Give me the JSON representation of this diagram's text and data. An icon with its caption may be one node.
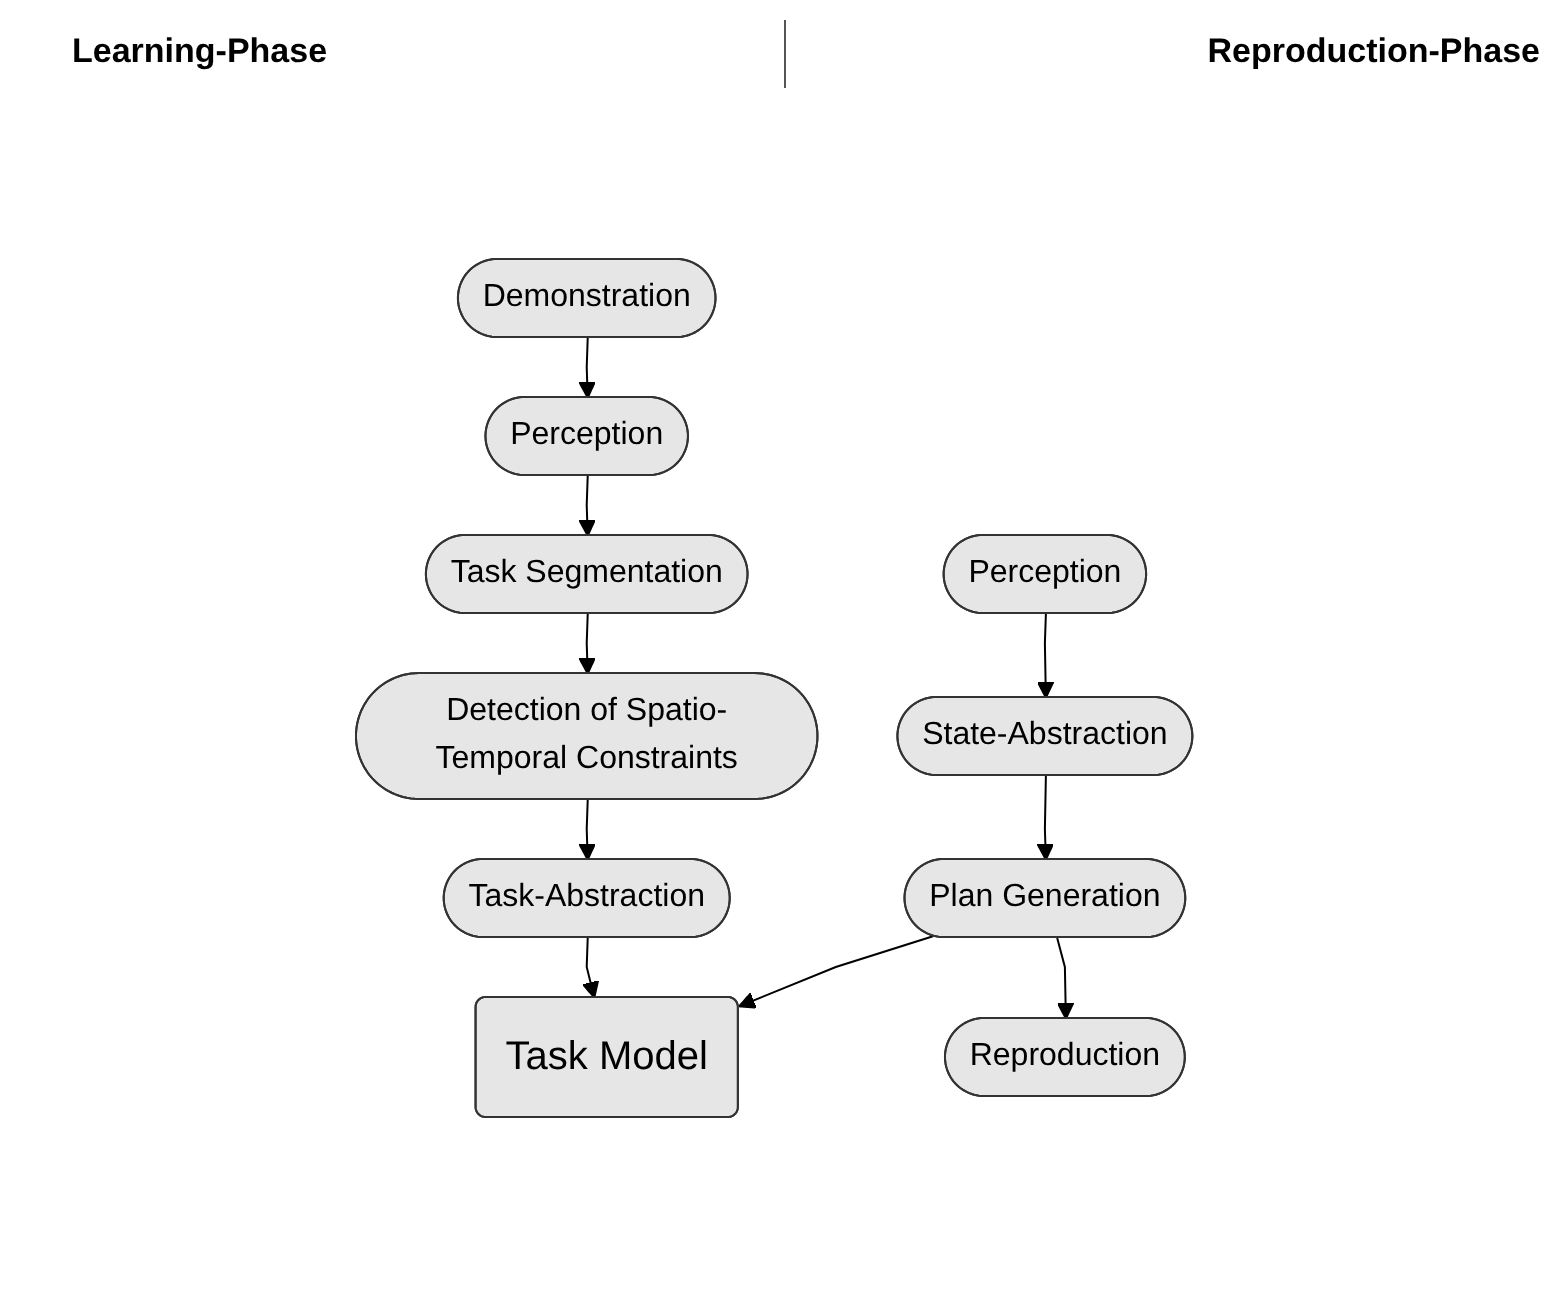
{
  "diagram": {
    "nodes": [
      {
        "text": [
          "Demonstration"
        ]
      },
      {
        "text": [
          "Perception"
        ]
      },
      {
        "text": [
          "Task Segmentation"
        ]
      },
      {
        "text": [
          "Detection of Spatio-Temporal Constraints"
        ]
      },
      {
        "text": [
          "Task-Abstraction"
        ]
      },
      {
        "text": [
          "Task Model"
        ]
      },
      {
        "text": [
          "Perception"
        ]
      },
      {
        "text": [
          "State-Abstraction"
        ]
      },
      {
        "text": [
          "Plan Generation"
        ]
      },
      {
        "text": [
          "Reproduction"
        ]
      }
    ],
    "edges": [
      {
        "from": 0,
        "to": 1,
        "arrow": "to"
      },
      {
        "from": 1,
        "to": 2,
        "arrow": "to"
      },
      {
        "from": 2,
        "to": 3,
        "arrow": "to"
      },
      {
        "from": 3,
        "to": 4,
        "arrow": "to"
      },
      {
        "from": 4,
        "to": 5,
        "arrow": "to"
      },
      {
        "from": 6,
        "to": 7,
        "arrow": "to"
      },
      {
        "from": 7,
        "to": 8,
        "arrow": "to"
      },
      {
        "from": 8,
        "to": 5,
        "arrow": "to"
      },
      {
        "from": 8,
        "to": 9,
        "arrow": "to"
      }
    ],
    "labels": [
      "Learning-Phase",
      "Reproduction-Phase"
    ]
  }
}
